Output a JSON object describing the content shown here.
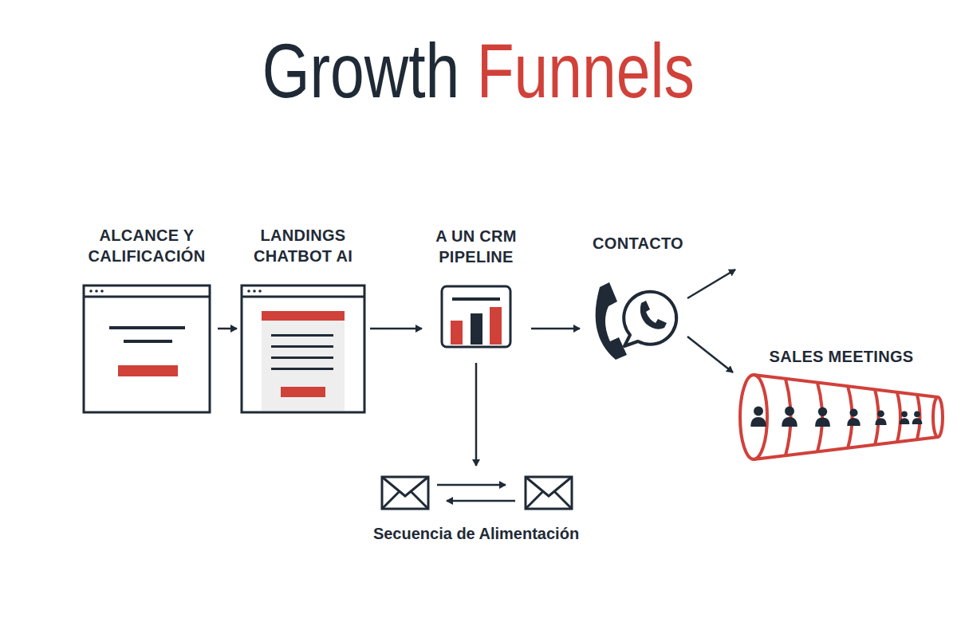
{
  "diagram": {
    "title": "Growth Funnels",
    "nodes": [
      {
        "text": [
          "ALCANCE Y CALIFICACIÓN"
        ]
      },
      {
        "text": [
          "LANDINGS CHATBOT AI"
        ]
      },
      {
        "text": [
          "A UN CRM PIPELINE"
        ]
      },
      {
        "text": [
          "CONTACTO"
        ]
      },
      {
        "text": [
          "SALES MEETINGS"
        ]
      },
      {
        "text": [
          "Secuencia de Alimentación"
        ]
      }
    ],
    "edges": [
      {
        "from": 0,
        "to": 1,
        "arrow": "to"
      },
      {
        "from": 1,
        "to": 2,
        "arrow": "to"
      },
      {
        "from": 2,
        "to": 3,
        "arrow": "to"
      },
      {
        "from": 3,
        "to": 4,
        "arrow": "to"
      },
      {
        "from": 2,
        "to": 5,
        "arrow": "to"
      }
    ]
  }
}
